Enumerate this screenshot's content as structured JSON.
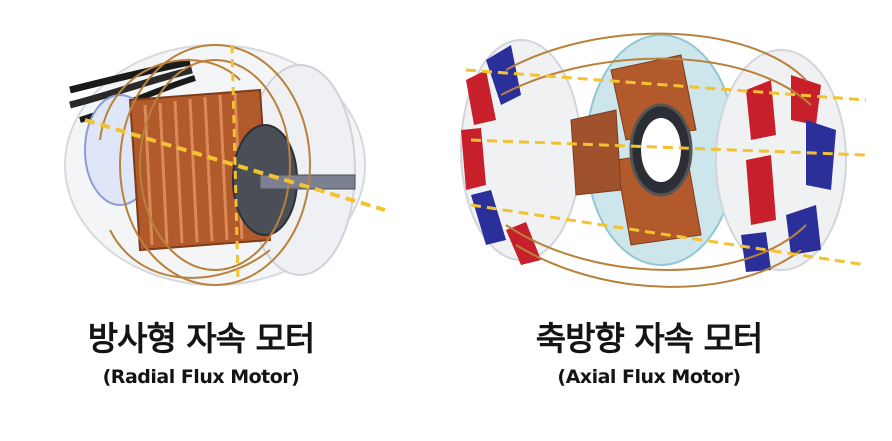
{
  "radial": {
    "title_kr": "방사형 자속 모터",
    "title_en": "(Radial Flux Motor)"
  },
  "axial": {
    "title_kr": "축방향 자속 모터",
    "title_en": "(Axial Flux Motor)"
  },
  "colors": {
    "copper": "#b25a2c",
    "copper_light": "#d98a55",
    "magnet_red": "#c8202a",
    "magnet_blue": "#2a2f9a",
    "axis_yellow": "#f2c230",
    "field_line": "#b8823c",
    "steel": "#5f6470",
    "teal_core": "#8fc7d2"
  }
}
